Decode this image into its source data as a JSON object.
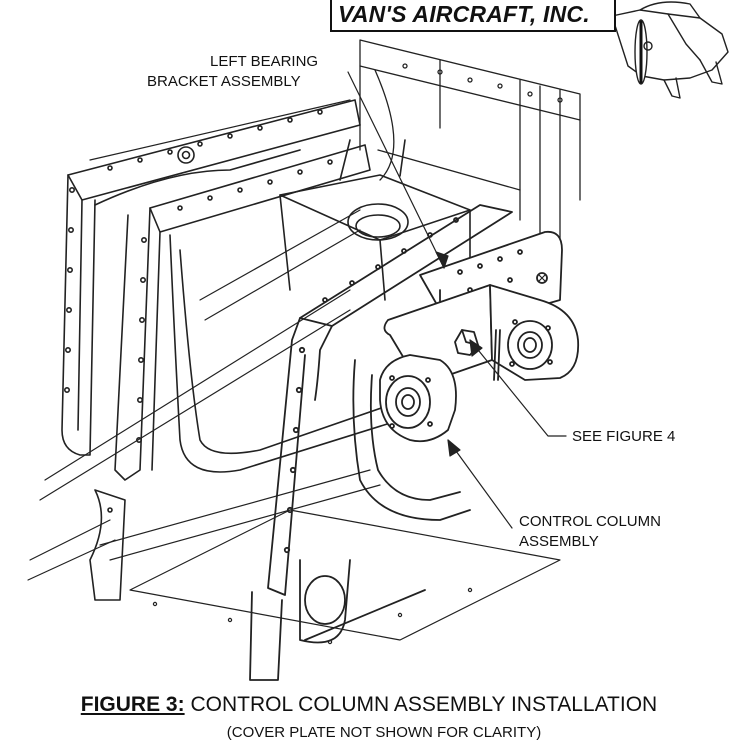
{
  "brand": {
    "name": "VAN'S AIRCRAFT, INC."
  },
  "callouts": {
    "left_bearing": [
      "LEFT BEARING",
      "BRACKET ASSEMBLY"
    ],
    "see_figure": "SEE FIGURE 4",
    "control_column": [
      "CONTROL COLUMN",
      "ASSEMBLY"
    ]
  },
  "caption": {
    "figure_number": "FIGURE 3:",
    "title": "CONTROL COLUMN ASSEMBLY INSTALLATION",
    "note": "(COVER PLATE NOT SHOWN FOR CLARITY)"
  }
}
